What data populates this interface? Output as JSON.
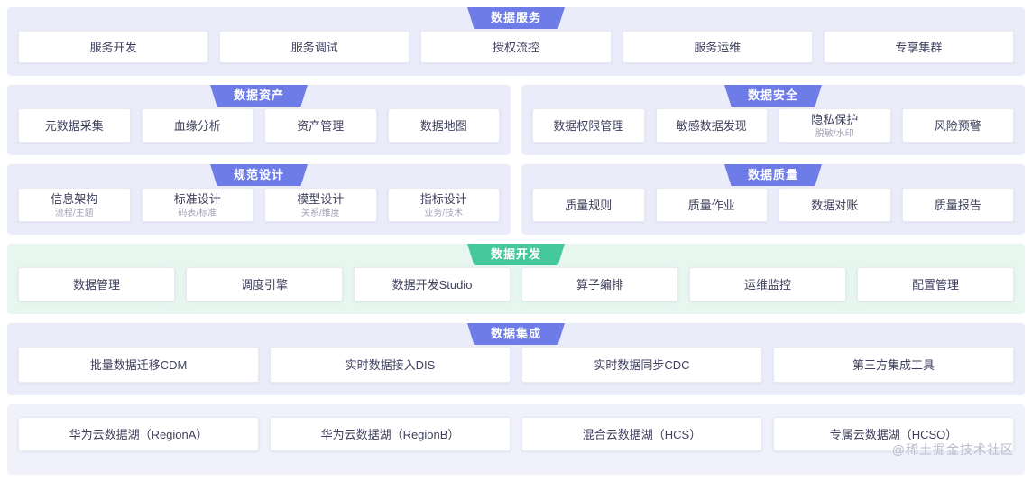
{
  "watermark": "@稀土掘金技术社区",
  "colors": {
    "panel_purple": "#ebecfa",
    "panel_green": "#e7f6ef",
    "banner_blue": "#6d7ce6",
    "banner_green": "#45c89b",
    "card_bg": "#ffffff",
    "title_text": "#3f3f5e",
    "subtitle_text": "#a2a2b8"
  },
  "sections": {
    "service": {
      "banner": "数据服务",
      "cards": [
        {
          "title": "服务开发",
          "subtitle": ""
        },
        {
          "title": "服务调试",
          "subtitle": ""
        },
        {
          "title": "授权流控",
          "subtitle": ""
        },
        {
          "title": "服务运维",
          "subtitle": ""
        },
        {
          "title": "专享集群",
          "subtitle": ""
        }
      ]
    },
    "asset": {
      "banner": "数据资产",
      "cards": [
        {
          "title": "元数据采集",
          "subtitle": ""
        },
        {
          "title": "血缘分析",
          "subtitle": ""
        },
        {
          "title": "资产管理",
          "subtitle": ""
        },
        {
          "title": "数据地图",
          "subtitle": ""
        }
      ]
    },
    "security": {
      "banner": "数据安全",
      "cards": [
        {
          "title": "数据权限管理",
          "subtitle": ""
        },
        {
          "title": "敏感数据发现",
          "subtitle": ""
        },
        {
          "title": "隐私保护",
          "subtitle": "脱敏/水印"
        },
        {
          "title": "风险预警",
          "subtitle": ""
        }
      ]
    },
    "standard": {
      "banner": "规范设计",
      "cards": [
        {
          "title": "信息架构",
          "subtitle": "流程/主题"
        },
        {
          "title": "标准设计",
          "subtitle": "码表/标准"
        },
        {
          "title": "模型设计",
          "subtitle": "关系/维度"
        },
        {
          "title": "指标设计",
          "subtitle": "业务/技术"
        }
      ]
    },
    "quality": {
      "banner": "数据质量",
      "cards": [
        {
          "title": "质量规则",
          "subtitle": ""
        },
        {
          "title": "质量作业",
          "subtitle": ""
        },
        {
          "title": "数据对账",
          "subtitle": ""
        },
        {
          "title": "质量报告",
          "subtitle": ""
        }
      ]
    },
    "development": {
      "banner": "数据开发",
      "cards": [
        {
          "title": "数据管理",
          "subtitle": ""
        },
        {
          "title": "调度引擎",
          "subtitle": ""
        },
        {
          "title": "数据开发Studio",
          "subtitle": ""
        },
        {
          "title": "算子编排",
          "subtitle": ""
        },
        {
          "title": "运维监控",
          "subtitle": ""
        },
        {
          "title": "配置管理",
          "subtitle": ""
        }
      ]
    },
    "integration": {
      "banner": "数据集成",
      "cards": [
        {
          "title": "批量数据迁移CDM",
          "subtitle": ""
        },
        {
          "title": "实时数据接入DIS",
          "subtitle": ""
        },
        {
          "title": "实时数据同步CDC",
          "subtitle": ""
        },
        {
          "title": "第三方集成工具",
          "subtitle": ""
        }
      ]
    },
    "lake": {
      "banner": "",
      "cards": [
        {
          "title": "华为云数据湖（RegionA）",
          "subtitle": ""
        },
        {
          "title": "华为云数据湖（RegionB）",
          "subtitle": ""
        },
        {
          "title": "混合云数据湖（HCS）",
          "subtitle": ""
        },
        {
          "title": "专属云数据湖（HCSO）",
          "subtitle": ""
        }
      ]
    }
  }
}
